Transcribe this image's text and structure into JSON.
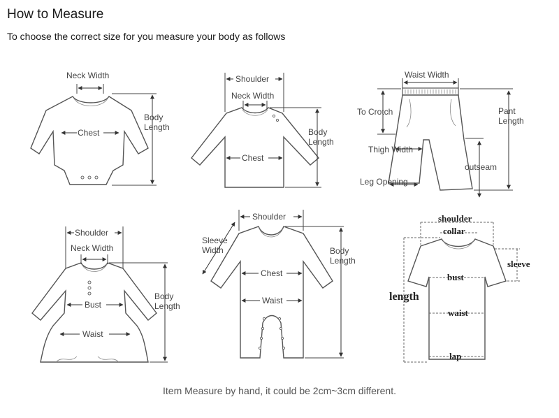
{
  "header": {
    "title": "How to Measure",
    "subtitle": "To choose the correct size for you measure your body as follows"
  },
  "footer": {
    "note": "Item Measure by hand, it could be 2cm~3cm different."
  },
  "diagrams": {
    "bodysuit": {
      "neck_width": "Neck Width",
      "chest": "Chest",
      "body_length_1": "Body",
      "body_length_2": "Length"
    },
    "top": {
      "shoulder": "Shoulder",
      "neck_width": "Neck Width",
      "chest": "Chest",
      "body_length_1": "Body",
      "body_length_2": "Length"
    },
    "pants": {
      "waist_width": "Waist Width",
      "to_crotch": "To Crotch",
      "pant_length_1": "Pant",
      "pant_length_2": "Length",
      "thigh_width": "Thigh Width",
      "outseam": "outseam",
      "leg_opening": "Leg Opening"
    },
    "dress": {
      "shoulder": "Shoulder",
      "neck_width": "Neck Width",
      "bust": "Bust",
      "waist": "Waist",
      "body_length_1": "Body",
      "body_length_2": "Length"
    },
    "romper": {
      "shoulder": "Shoulder",
      "sleeve_width_1": "Sleeve",
      "sleeve_width_2": "Width",
      "chest": "Chest",
      "waist": "Waist",
      "body_length_1": "Body",
      "body_length_2": "Length"
    },
    "tshirt": {
      "shoulder": "shoulder",
      "collar": "collar",
      "sleeve": "sleeve",
      "bust": "bust",
      "length": "length",
      "waist": "waist",
      "lap": "lap"
    }
  }
}
